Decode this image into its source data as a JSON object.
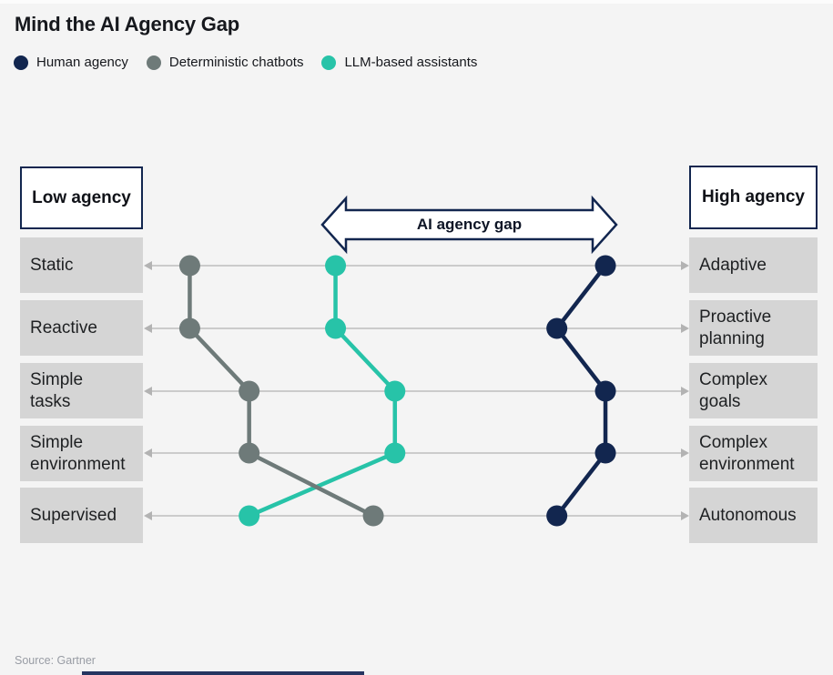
{
  "title": "Mind the AI Agency Gap",
  "legend": [
    {
      "name": "Human agency",
      "color": "#12264f"
    },
    {
      "name": "Deterministic chatbots",
      "color": "#6e7a79"
    },
    {
      "name": "LLM-based assistants",
      "color": "#27c3a8"
    }
  ],
  "endpoints": {
    "low": "Low agency",
    "high": "High agency"
  },
  "gap_arrow": {
    "label": "AI agency gap"
  },
  "source": "Source: Gartner",
  "colors": {
    "row_label_bg": "#d5d5d5",
    "axis_line": "#bdbdbd",
    "axis_arrow": "#b3b3b3",
    "navy": "#12264f",
    "arrow_fill": "#ffffff"
  },
  "chart_data": {
    "type": "slope-dot",
    "title": "Mind the AI Agency Gap",
    "axis_note": "Each row runs from Low agency (left) to High agency (right); dot position = agency level (0-100 estimated from pixel position)",
    "rows": [
      {
        "low": "Static",
        "high": "Adaptive"
      },
      {
        "low": "Reactive",
        "high": "Proactive\nplanning"
      },
      {
        "low": "Simple\ntasks",
        "high": "Complex\ngoals"
      },
      {
        "low": "Simple\nenvironment",
        "high": "Complex\nenvironment"
      },
      {
        "low": "Supervised",
        "high": "Autonomous"
      }
    ],
    "scale": {
      "min": 0,
      "max": 100
    },
    "series": [
      {
        "name": "Human agency",
        "color": "#12264f",
        "values": [
          85,
          76,
          85,
          85,
          76
        ]
      },
      {
        "name": "Deterministic chatbots",
        "color": "#6e7a79",
        "values": [
          8,
          8,
          19,
          19,
          42
        ]
      },
      {
        "name": "LLM-based assistants",
        "color": "#27c3a8",
        "values": [
          35,
          35,
          46,
          46,
          19
        ]
      }
    ],
    "annotations": [
      "AI agency gap (double-headed arrow between LLM-based assistants and Human agency)"
    ],
    "legend_position": "top-left",
    "grid": false
  }
}
